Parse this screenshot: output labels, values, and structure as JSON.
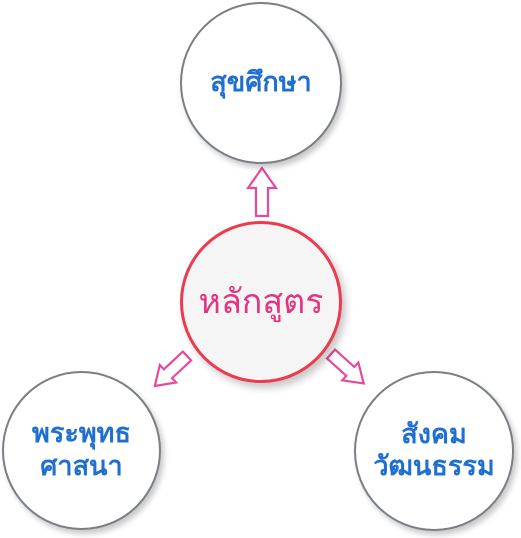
{
  "diagram": {
    "center": {
      "label": "หลักสูตร"
    },
    "top": {
      "label": "สุขศึกษา"
    },
    "bottom_left": {
      "label": "พระพุทธ\nศาสนา"
    },
    "bottom_right": {
      "label": "สังคม\nวัฒนธรรม"
    }
  },
  "colors": {
    "node_text": "#1f6fd1",
    "center_text": "#e63380",
    "center_border": "#ec3b4f",
    "node_border": "#7a7f86",
    "arrow_stroke": "#e84a9a"
  }
}
